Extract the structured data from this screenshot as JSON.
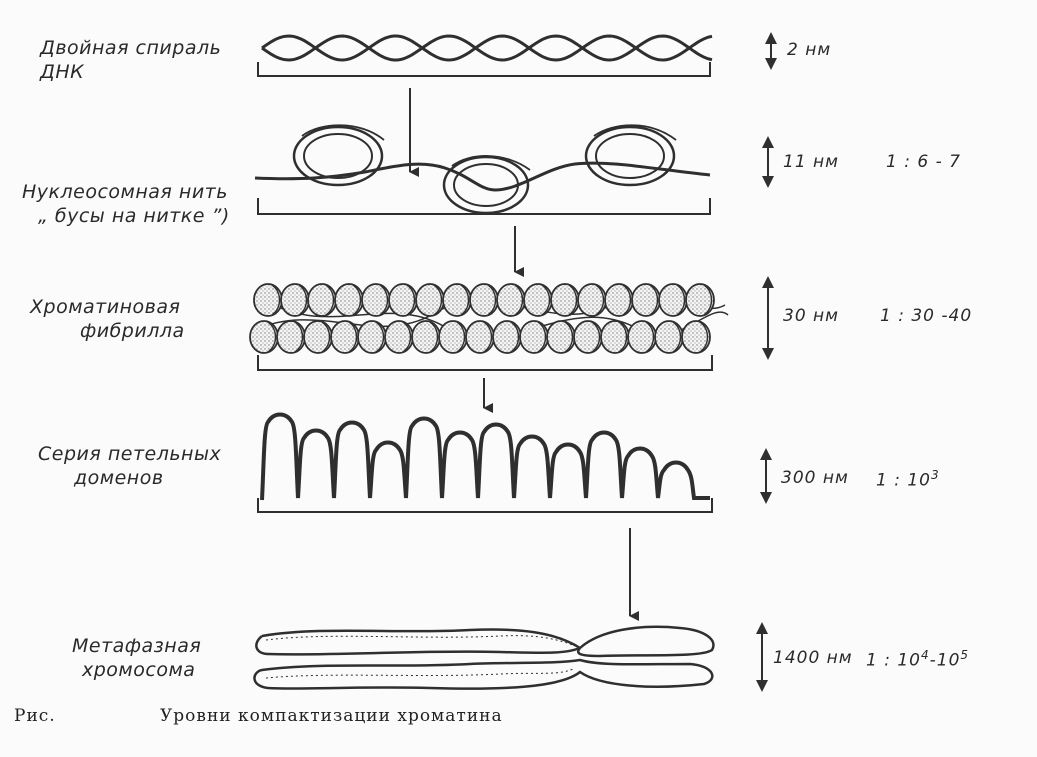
{
  "levels": [
    {
      "name_lines": [
        "Двойная спираль",
        "ДНК"
      ],
      "size": "2 нм",
      "ratio_base": "",
      "ratio_exp1": "",
      "ratio_mid": "",
      "ratio_exp2": ""
    },
    {
      "name_lines": [
        "Нуклеосомная нить",
        "„ бусы на нитке ”)"
      ],
      "size": "11 нм",
      "ratio_base": "1 : 6  -  7",
      "ratio_exp1": "",
      "ratio_mid": "",
      "ratio_exp2": ""
    },
    {
      "name_lines": [
        "Хроматиновая",
        "фибрилла"
      ],
      "size": "30 нм",
      "ratio_base": "1 : 30 -40",
      "ratio_exp1": "",
      "ratio_mid": "",
      "ratio_exp2": ""
    },
    {
      "name_lines": [
        "Серия петельных",
        "доменов"
      ],
      "size": "300 нм",
      "ratio_base": "1 : 10",
      "ratio_exp1": "3",
      "ratio_mid": "",
      "ratio_exp2": ""
    },
    {
      "name_lines": [
        "Метафазная",
        "хромосома"
      ],
      "size": "1400 нм",
      "ratio_base": "1 : 10",
      "ratio_exp1": "4",
      "ratio_mid": "-10",
      "ratio_exp2": "5"
    }
  ],
  "caption": {
    "prefix": "Рис.",
    "title": "Уровни компактизации хроматина"
  },
  "colors": {
    "ink": "#2f2f2f",
    "paper": "#fbfbfb"
  }
}
